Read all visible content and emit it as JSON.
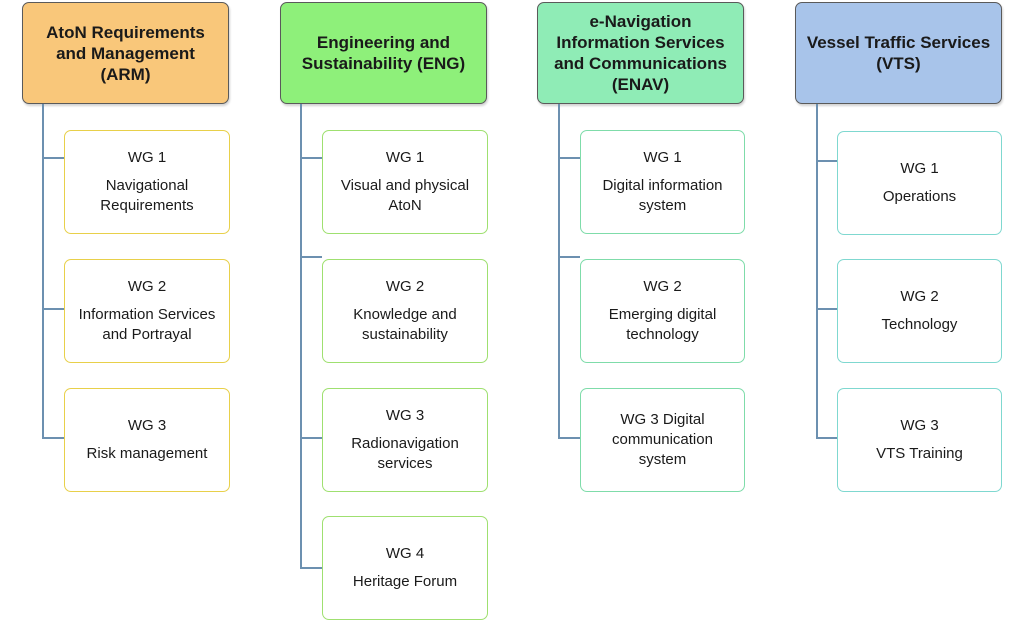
{
  "colors": {
    "connector": "#6c90b0",
    "arm_fill": "#f9c77a",
    "arm_border": "#e8d04a",
    "eng_fill": "#8ef07a",
    "eng_border": "#9fe070",
    "enav_fill": "#8fecb6",
    "enav_border": "#7fdcaa",
    "vts_fill": "#a8c4ea",
    "vts_border": "#7fd8d0"
  },
  "committees": [
    {
      "title": "AtoN Requirements\nand Management\n(ARM)",
      "groups": [
        {
          "label": "WG 1",
          "sub": "Navigational\nRequirements"
        },
        {
          "label": "WG 2",
          "sub": "Information Services\nand Portrayal"
        },
        {
          "label": "WG 3",
          "sub": "Risk management"
        }
      ]
    },
    {
      "title": "Engineering and\nSustainability (ENG)",
      "groups": [
        {
          "label": "WG 1",
          "sub": "Visual and physical\nAtoN"
        },
        {
          "label": "WG 2",
          "sub": "Knowledge and\nsustainability"
        },
        {
          "label": "WG 3",
          "sub": "Radionavigation\nservices"
        },
        {
          "label": "WG 4",
          "sub": "Heritage Forum"
        }
      ]
    },
    {
      "title": "e-Navigation\nInformation Services\nand Communications\n(ENAV)",
      "groups": [
        {
          "label": "WG 1",
          "sub": "Digital information\nsystem"
        },
        {
          "label": "WG 2",
          "sub": "Emerging digital\ntechnology"
        },
        {
          "label": "WG 3 Digital\ncommunication\nsystem",
          "sub": ""
        }
      ]
    },
    {
      "title": "Vessel Traffic Services\n(VTS)",
      "groups": [
        {
          "label": "WG 1",
          "sub": "Operations"
        },
        {
          "label": "WG 2",
          "sub": "Technology"
        },
        {
          "label": "WG 3",
          "sub": "VTS Training"
        }
      ]
    }
  ]
}
